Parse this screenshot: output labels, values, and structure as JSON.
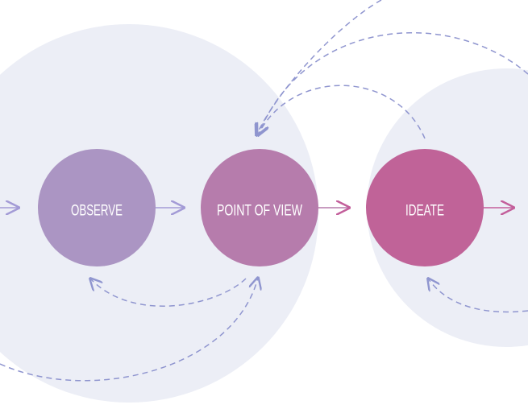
{
  "colors": {
    "background": "#ffffff",
    "group_circle": "#eceef6",
    "observe": "#ab95c3",
    "point_of_view": "#b67cac",
    "ideate": "#c06398",
    "arrow_lavender": "#a39bd6",
    "arrow_pink": "#c35f9b",
    "dashed": "#8f95cf"
  },
  "nodes": {
    "observe": {
      "label": "OBSERVE"
    },
    "point_of_view": {
      "label": "POINT OF VIEW"
    },
    "ideate": {
      "label": "IDEATE"
    }
  }
}
